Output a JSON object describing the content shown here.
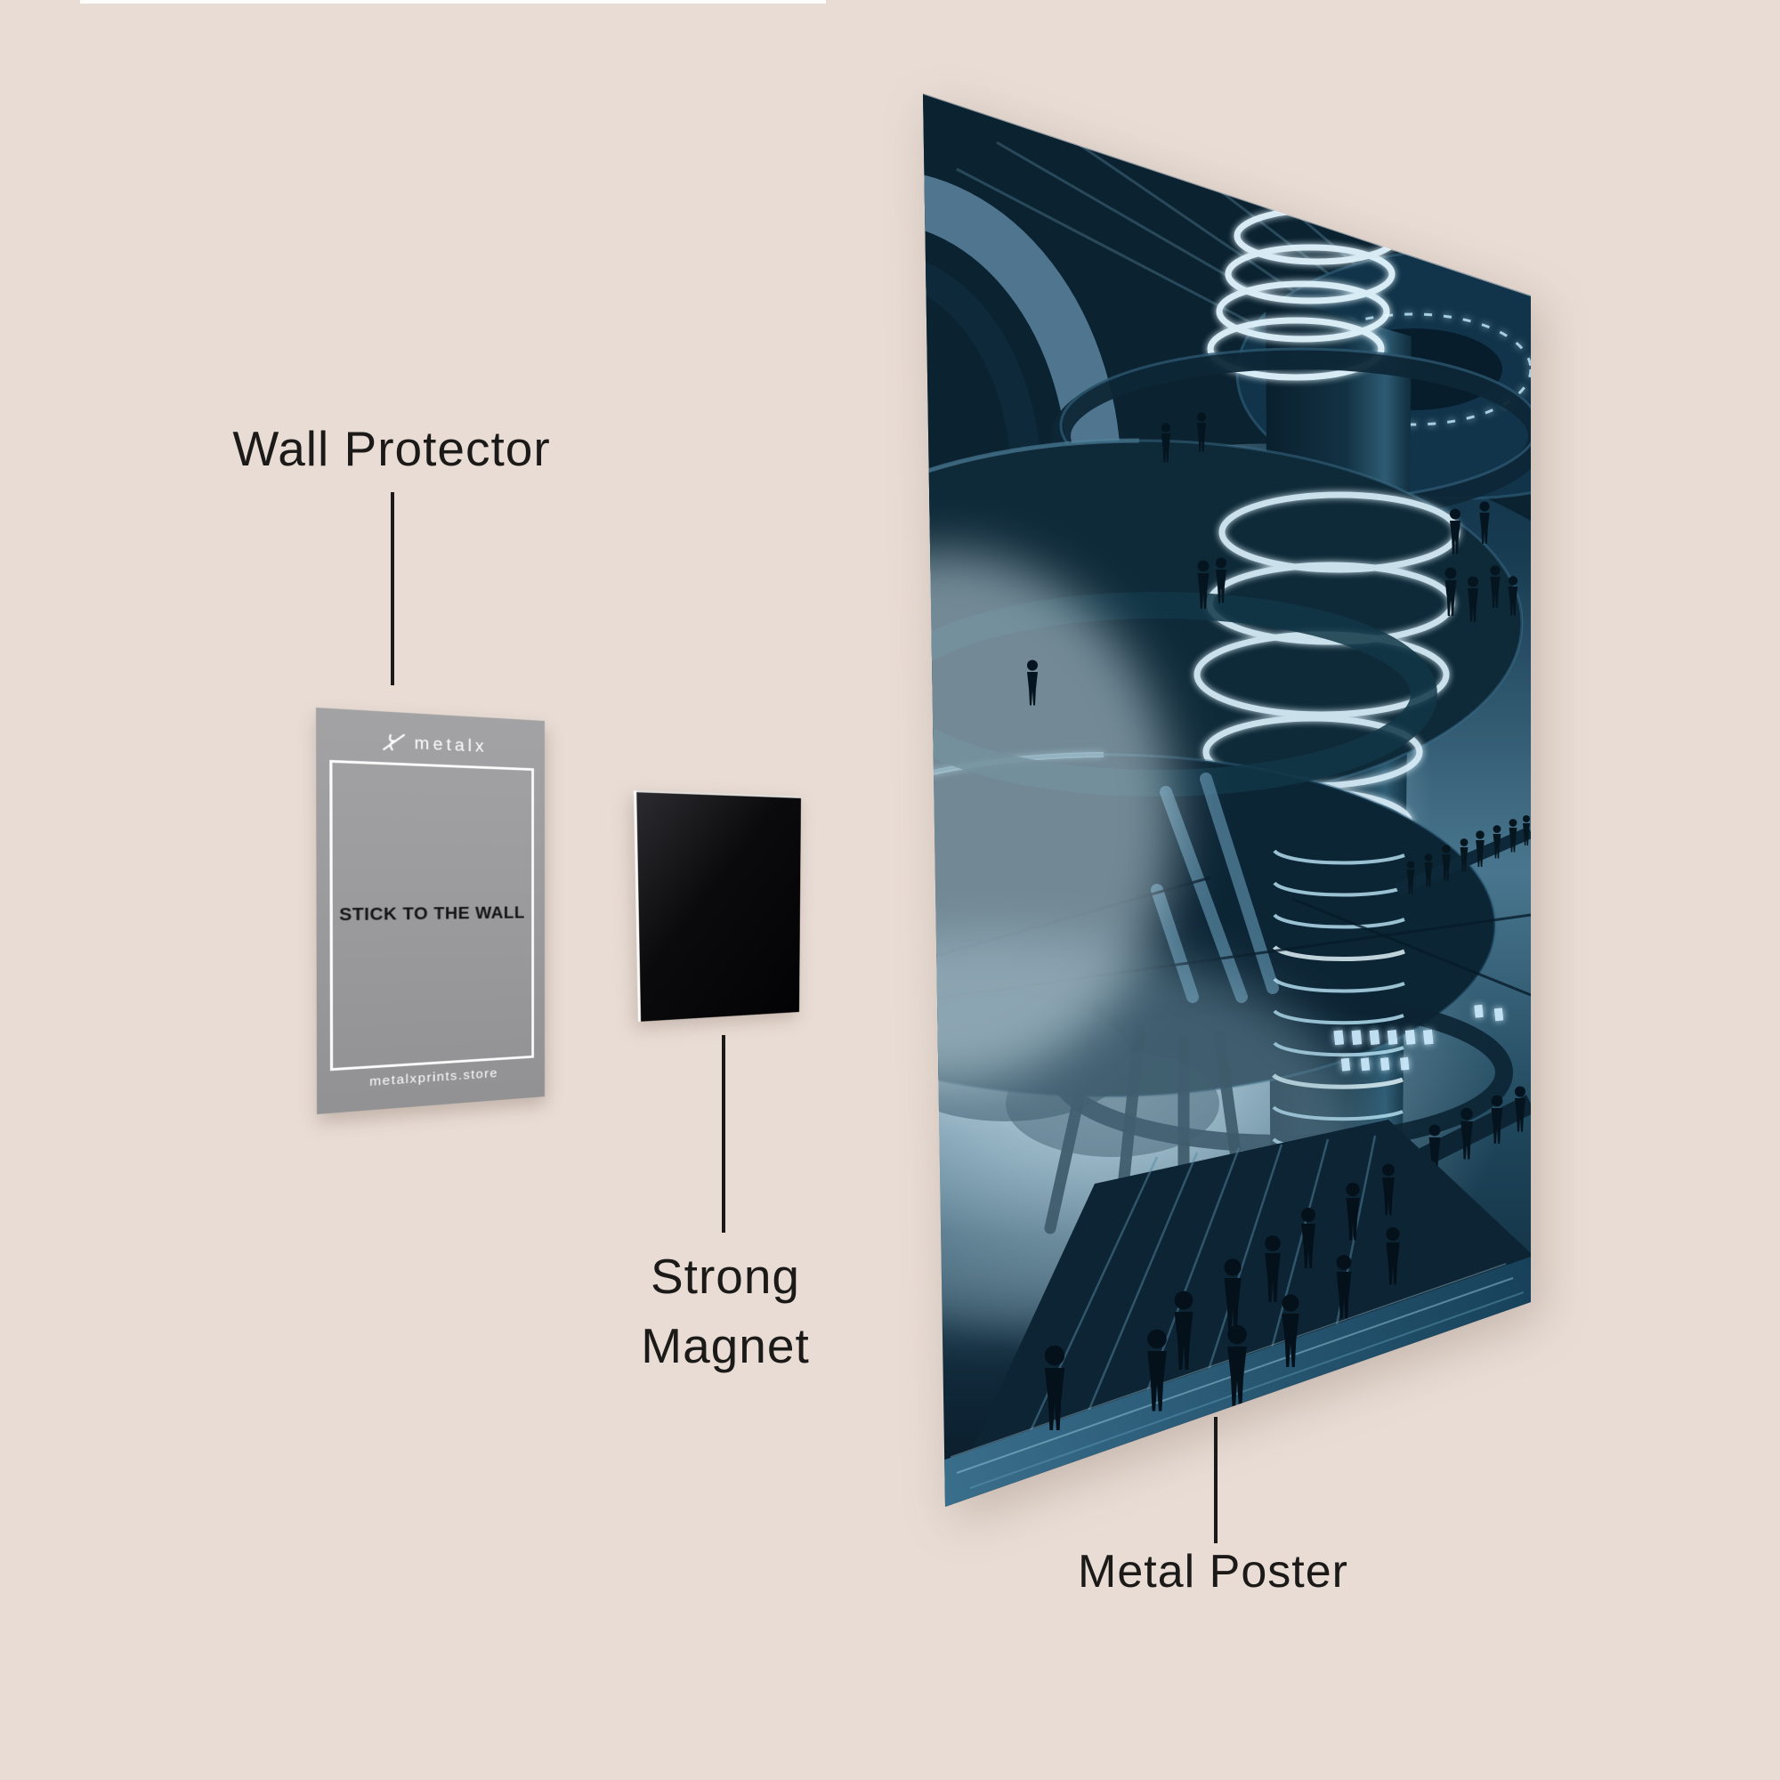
{
  "page": {
    "background": "#e8dcd4",
    "ink": "#1c1a18",
    "top_strip_color": "#ffffff"
  },
  "annotations": {
    "wall_protector": "Wall Protector",
    "strong_magnet": "Strong\nMagnet",
    "metal_poster": "Metal Poster"
  },
  "wall_protector_card": {
    "brand": "metalx",
    "message": "STICK TO THE WALL",
    "website": "metalxprints.store",
    "color": "#9c9c9e",
    "text_color": "#ffffff",
    "message_color": "#141414"
  },
  "magnet": {
    "color": "#0b0b0d"
  },
  "poster_art": {
    "palette": {
      "deep_navy": "#0b2231",
      "steel_blue": "#16384c",
      "haze_white": "#eef6f8",
      "glow_cyan": "#dff4ff",
      "silhouette": "#04101a"
    }
  }
}
